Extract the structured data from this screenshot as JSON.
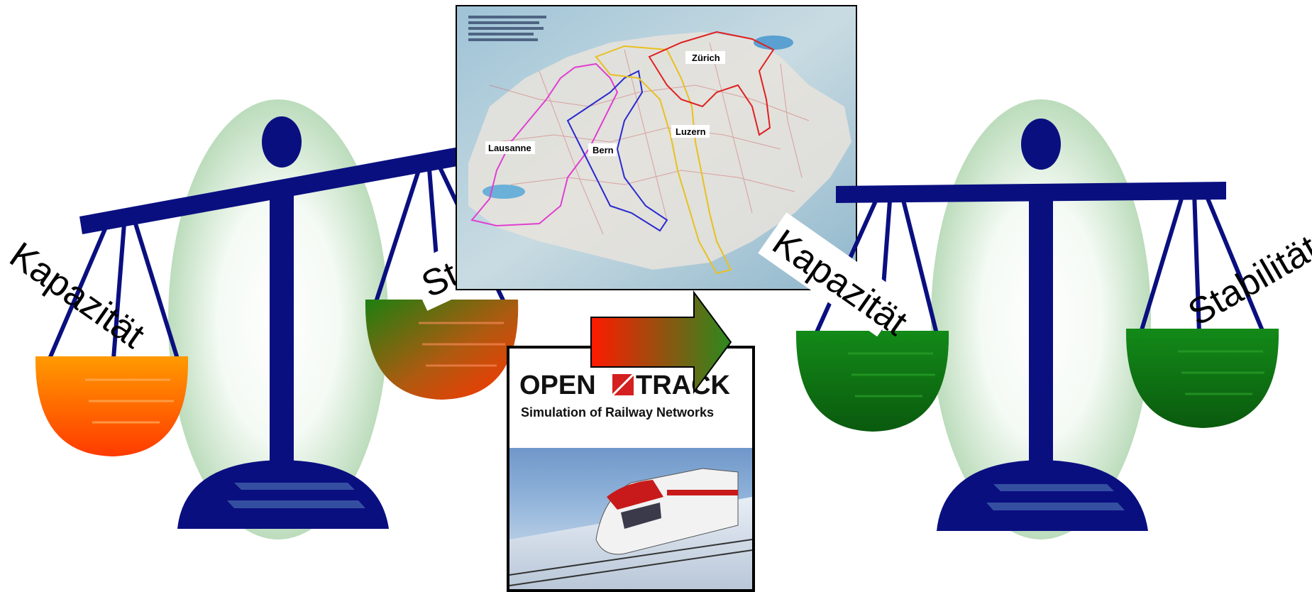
{
  "left_scale": {
    "left_pan_label": "Kapazität",
    "right_pan_label": "Stabilität"
  },
  "right_scale": {
    "left_pan_label": "Kapazität",
    "right_pan_label": "Stabilität"
  },
  "map": {
    "city_labels": [
      "Zürich",
      "Luzern",
      "Lausanne",
      "Bern"
    ]
  },
  "opentrack": {
    "brand_left": "OPEN",
    "brand_right": "TRACK",
    "subtitle": "Simulation of Railway Networks"
  },
  "colors": {
    "scale_navy": "#0a0f80",
    "halo_green": "#cfe5cf",
    "pan_orange": "#ff7a00",
    "pan_green": "#0d7a12",
    "arrow_start": "#ff1a00",
    "arrow_end": "#1f8a1f",
    "route_magenta": "#e040d0",
    "route_blue": "#2a2ad0",
    "route_yellow": "#e8c020",
    "route_red": "#e02020"
  }
}
